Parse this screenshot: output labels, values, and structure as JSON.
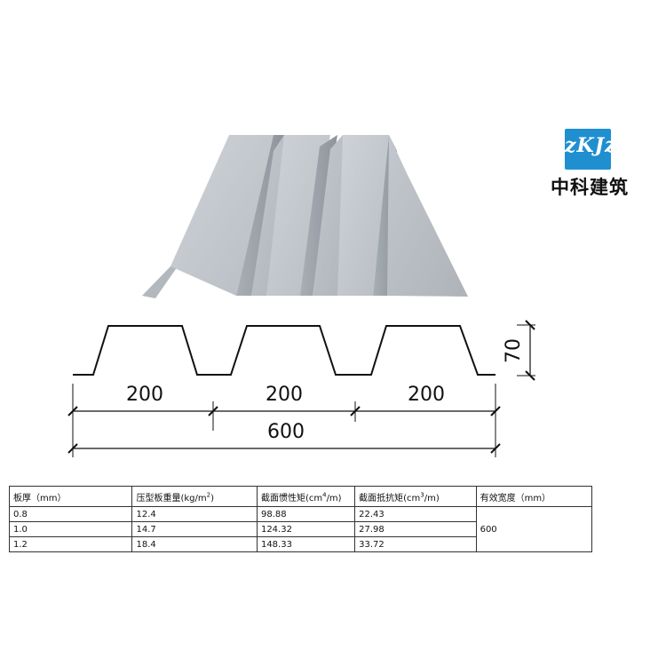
{
  "logo": {
    "mark_text": "zKJz",
    "name": "中科建筑",
    "accent_color": "#1f8fd0"
  },
  "profile_drawing": {
    "rib_height": "70",
    "segment_widths": [
      "200",
      "200",
      "200"
    ],
    "total_width": "600"
  },
  "table": {
    "headers": {
      "thickness": "板厚（mm）",
      "weight_label": "压型板重量(kg/m",
      "weight_exp": "2",
      "weight_close": ")",
      "inertia_label": "截面惯性矩(cm",
      "inertia_exp": "4",
      "inertia_close": "/m)",
      "modulus_label": "截面抵抗矩(cm",
      "modulus_exp": "3",
      "modulus_close": "/m)",
      "effective_width": "有效宽度（mm）"
    },
    "rows": [
      {
        "thickness": "0.8",
        "weight": "12.4",
        "inertia": "98.88",
        "modulus": "22.43"
      },
      {
        "thickness": "1.0",
        "weight": "14.7",
        "inertia": "124.32",
        "modulus": "27.98"
      },
      {
        "thickness": "1.2",
        "weight": "18.4",
        "inertia": "148.33",
        "modulus": "33.72"
      }
    ],
    "effective_width_value": "600"
  }
}
